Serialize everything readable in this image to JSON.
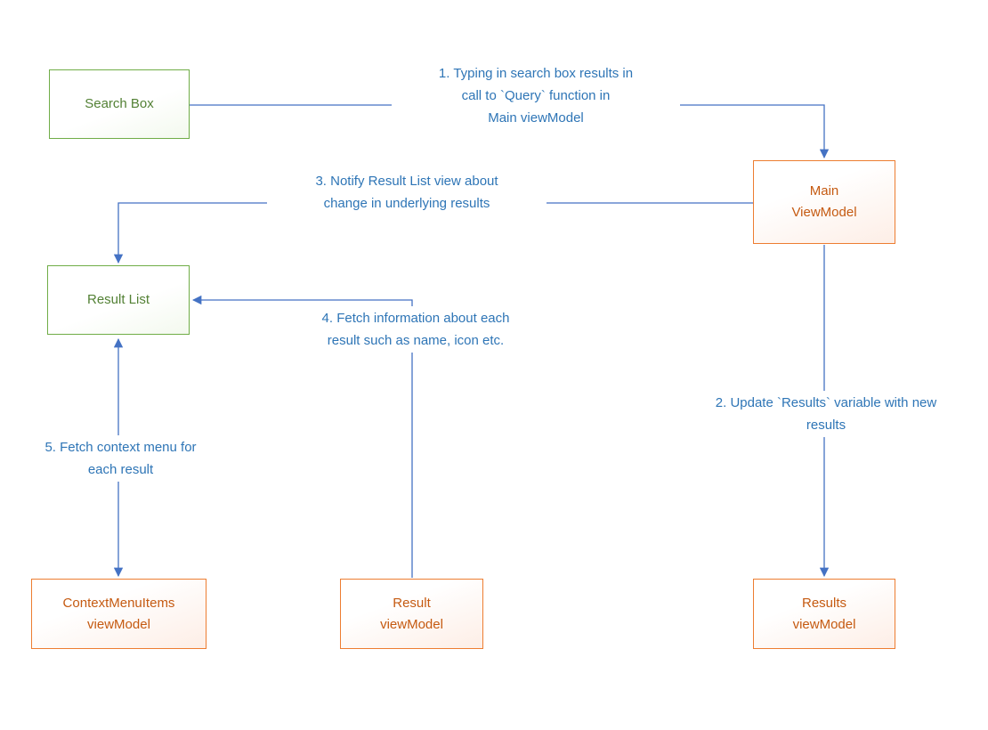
{
  "diagram": {
    "title": "Search MVVM flow diagram",
    "nodes": {
      "search_box": {
        "label": "Search Box"
      },
      "main_viewmodel": {
        "label": "Main\nViewModel"
      },
      "result_list": {
        "label": "Result List"
      },
      "contextmenuitems_viewmodel": {
        "label": "ContextMenuItems\nviewModel"
      },
      "result_viewmodel": {
        "label": "Result\nviewModel"
      },
      "results_viewmodel": {
        "label": "Results\nviewModel"
      }
    },
    "annotations": {
      "step1": "1. Typing in search box results in\ncall to `Query` function in\nMain viewModel",
      "step2": "2. Update `Results` variable with new\nresults",
      "step3": "3. Notify Result List view about\nchange in underlying results",
      "step4": "4. Fetch information about each\nresult such as name, icon etc.",
      "step5": "5. Fetch context menu for\neach result"
    },
    "colors": {
      "green_border": "#70AD47",
      "green_text": "#538135",
      "orange_border": "#ED7D31",
      "orange_text": "#C55A11",
      "arrow_blue": "#4472C4",
      "annotation_text": "#2E75B6"
    }
  }
}
